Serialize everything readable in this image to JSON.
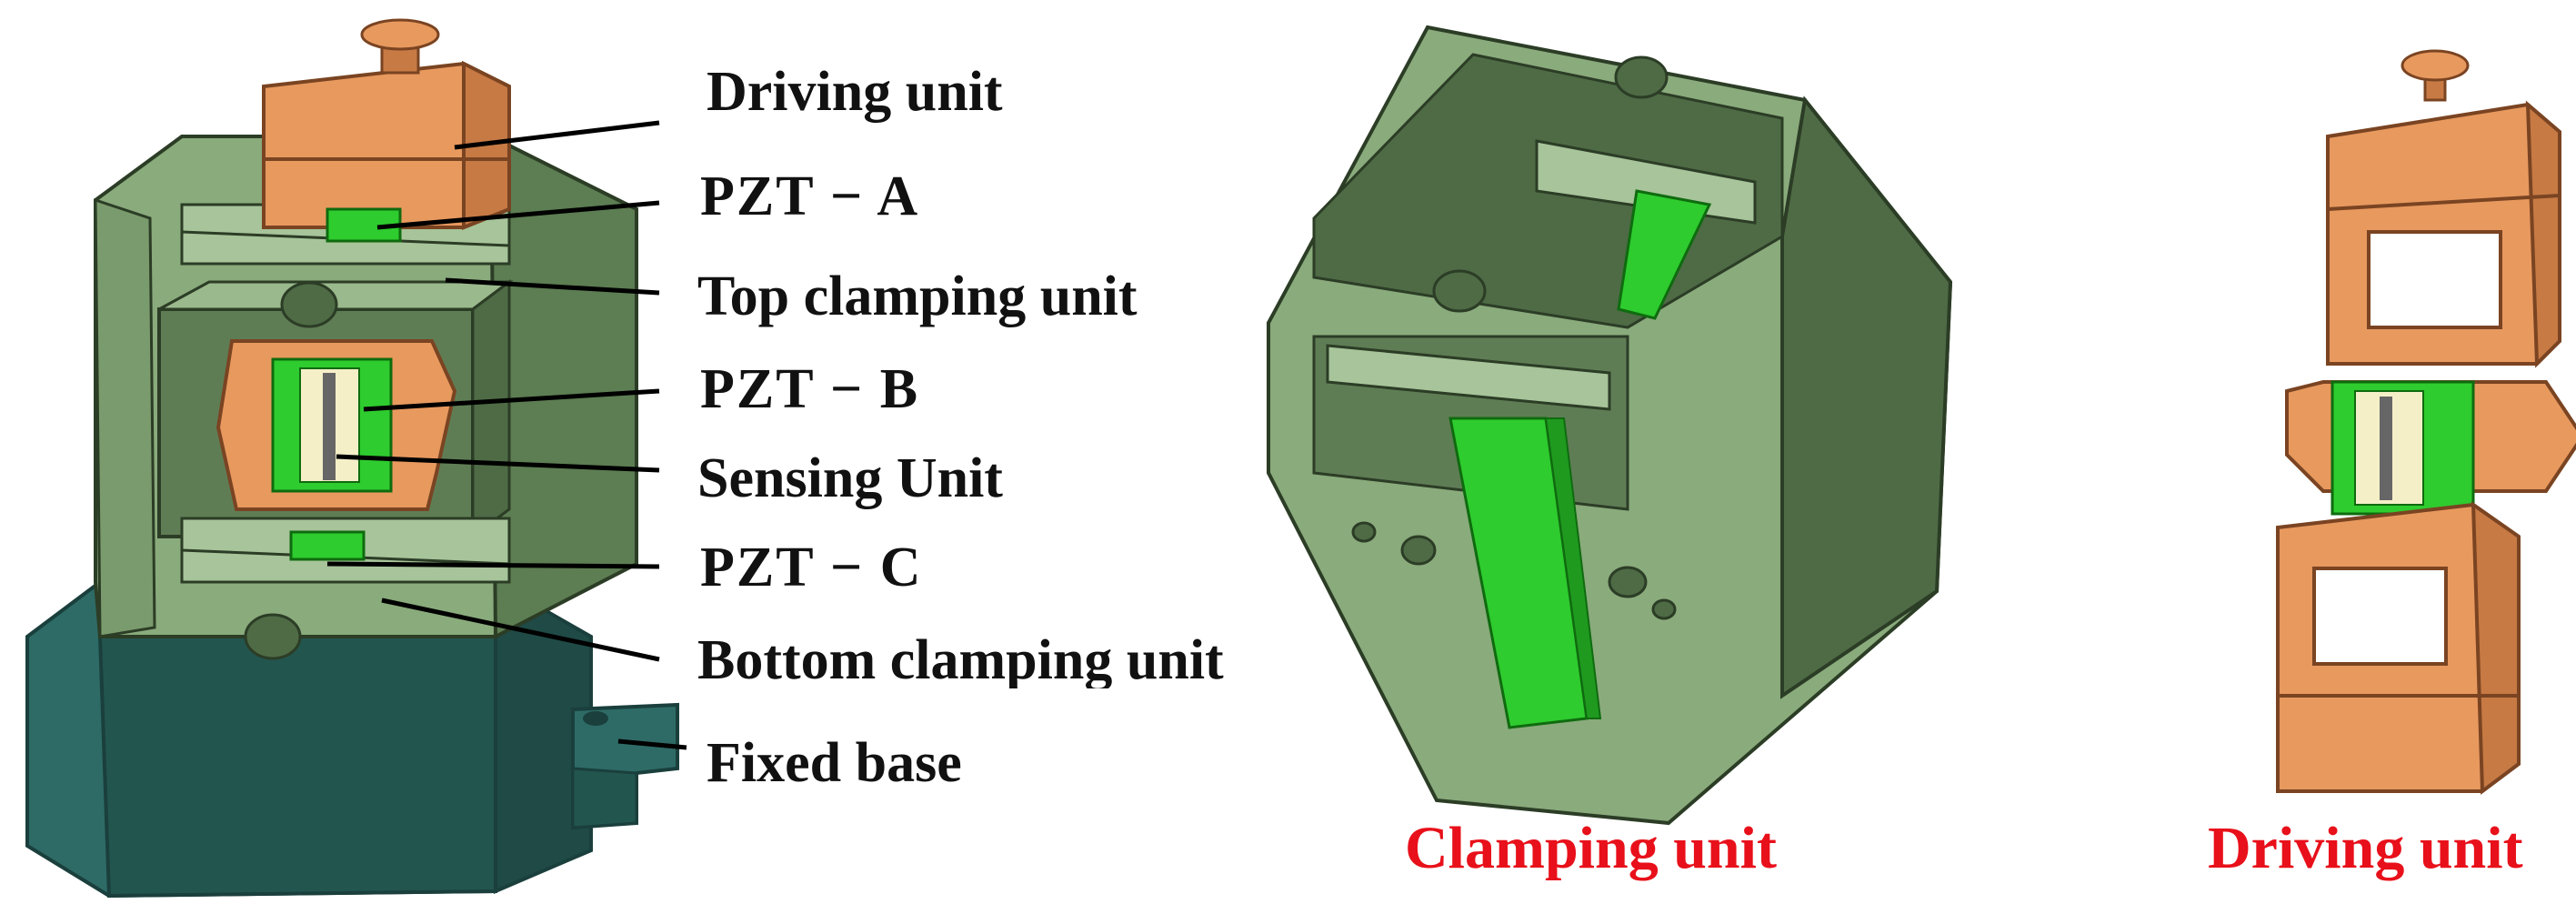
{
  "labels": {
    "driving_unit": "Driving unit",
    "pzt_a": "PZT − A",
    "top_clamping_unit": "Top clamping unit",
    "pzt_b": "PZT − B",
    "sensing_unit": "Sensing Unit",
    "pzt_c": "PZT − C",
    "bottom_clamping_unit": "Bottom clamping unit",
    "fixed_base": "Fixed base"
  },
  "captions": {
    "clamping_unit": "Clamping unit",
    "driving_unit": "Driving unit"
  },
  "colors": {
    "caption": "#e8101a",
    "housing_green": "#8aab7c",
    "housing_green_dark": "#5d7d52",
    "base_teal": "#2e6b66",
    "driver_orange": "#e8995e",
    "driver_orange_dark": "#c77a44",
    "pzt_green": "#2ecc2e",
    "sensing_cream": "#f5efc8"
  }
}
